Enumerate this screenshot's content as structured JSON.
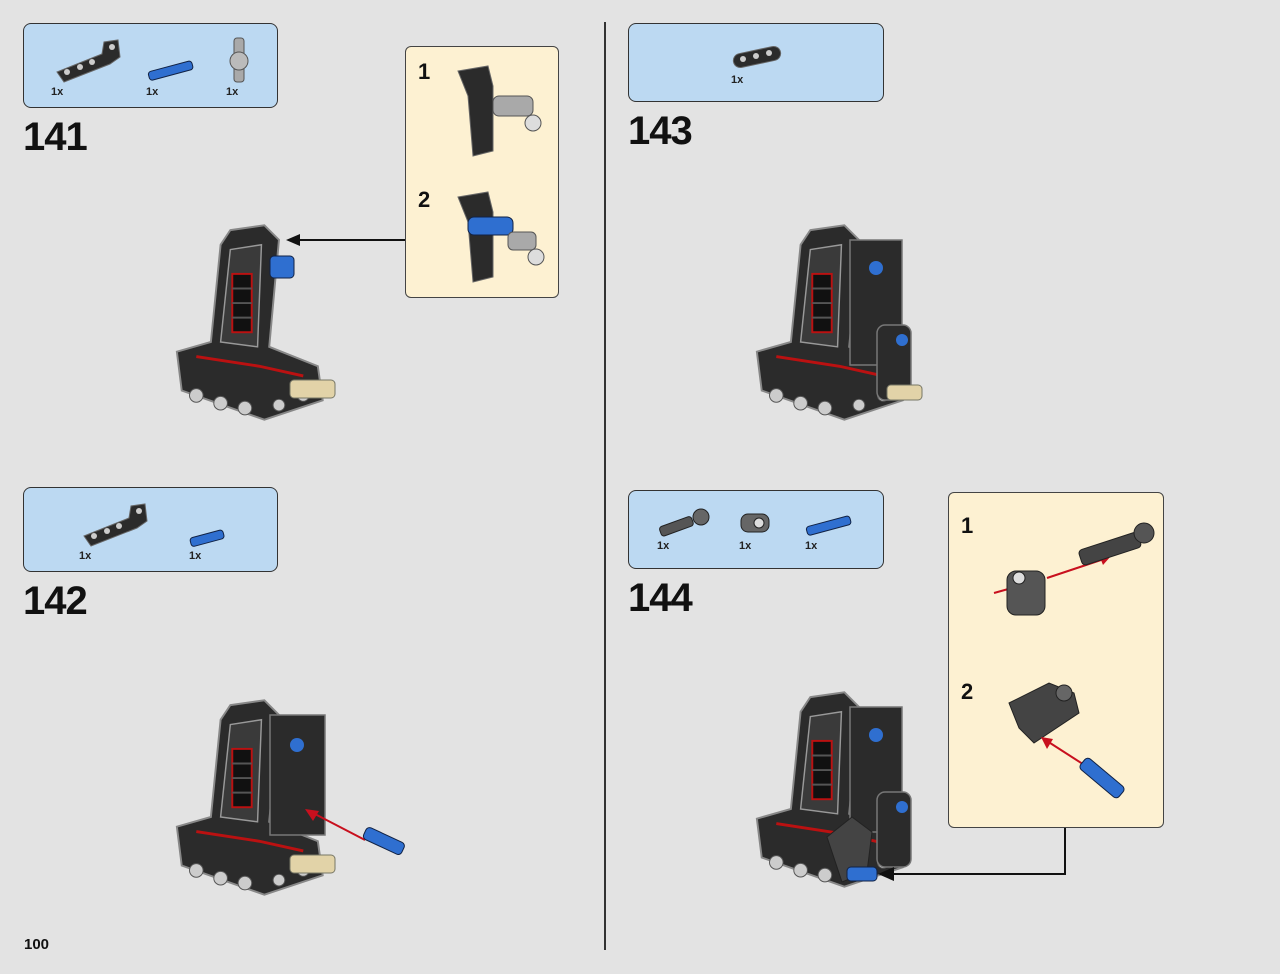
{
  "page_number": "100",
  "steps": [
    {
      "number": "141",
      "parts": [
        {
          "qty": "1x"
        },
        {
          "qty": "1x"
        },
        {
          "qty": "1x"
        }
      ],
      "substeps": [
        "1",
        "2"
      ]
    },
    {
      "number": "142",
      "parts": [
        {
          "qty": "1x"
        },
        {
          "qty": "1x"
        }
      ]
    },
    {
      "number": "143",
      "parts": [
        {
          "qty": "1x"
        }
      ]
    },
    {
      "number": "144",
      "parts": [
        {
          "qty": "1x"
        },
        {
          "qty": "1x"
        },
        {
          "qty": "1x"
        }
      ],
      "substeps": [
        "1",
        "2"
      ]
    }
  ],
  "colors": {
    "background": "#e3e3e3",
    "parts_box": "#bcd9f2",
    "substep_box": "#fdf1d2",
    "brick_black": "#2b2b2b",
    "brick_blue": "#2f6fd0",
    "brick_grey": "#a9a9a9",
    "brick_tan": "#e2d3a8",
    "accent_red": "#c8101e"
  }
}
